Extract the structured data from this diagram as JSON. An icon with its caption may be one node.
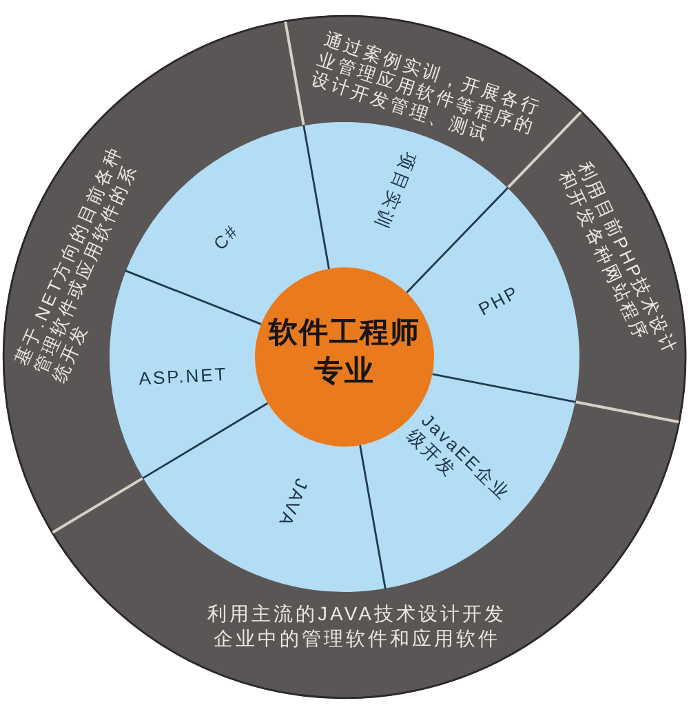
{
  "diagram": {
    "nodes": [
      {
        "text": [
          "软件工程师专业"
        ]
      },
      {
        "text": [
          "C#"
        ]
      },
      {
        "text": [
          "项目实训"
        ]
      },
      {
        "text": [
          "PHP"
        ]
      },
      {
        "text": [
          "JavaEE企业级开发"
        ]
      },
      {
        "text": [
          "JAVA"
        ]
      },
      {
        "text": [
          "ASP.NET"
        ]
      },
      {
        "text": [
          "通过案例实训，开展各行业管理应用软件等程序的设计开发管理、测试"
        ]
      },
      {
        "text": [
          "利用目前PHP技术设计和开发各种网站程序"
        ]
      },
      {
        "text": [
          "利用主流的JAVA技术设计开发企业中的管理软件和应用软件"
        ]
      },
      {
        "text": [
          "基于.NET方向的目前各种管理软件或应用软件的系统开发"
        ]
      }
    ]
  }
}
